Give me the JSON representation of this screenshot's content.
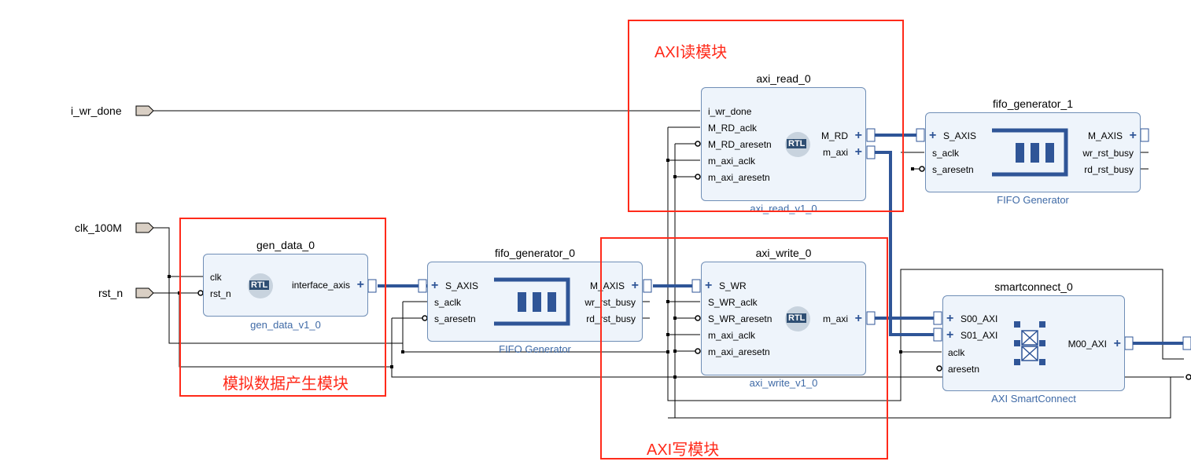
{
  "ports": {
    "i_wr_done": "i_wr_done",
    "clk_100M": "clk_100M",
    "rst_n": "rst_n"
  },
  "groups": {
    "axi_read": "AXI读模块",
    "gen_data": "模拟数据产生模块",
    "axi_write": "AXI写模块"
  },
  "blocks": {
    "gen_data": {
      "name": "gen_data_0",
      "ip": "gen_data_v1_0",
      "pins": [
        "clk",
        "rst_n"
      ],
      "out": "interface_axis",
      "logo": "RTL"
    },
    "fifo0": {
      "name": "fifo_generator_0",
      "ip": "FIFO Generator",
      "in": [
        "S_AXIS",
        "s_aclk",
        "s_aresetn"
      ],
      "out": [
        "M_AXIS",
        "wr_rst_busy",
        "rd_rst_busy"
      ]
    },
    "axi_read": {
      "name": "axi_read_0",
      "ip": "axi_read_v1_0",
      "in": [
        "i_wr_done",
        "M_RD_aclk",
        "M_RD_aresetn",
        "m_axi_aclk",
        "m_axi_aresetn"
      ],
      "out": [
        "M_RD",
        "m_axi"
      ],
      "logo": "RTL"
    },
    "fifo1": {
      "name": "fifo_generator_1",
      "ip": "FIFO Generator",
      "in": [
        "S_AXIS",
        "s_aclk",
        "s_aresetn"
      ],
      "out": [
        "M_AXIS",
        "wr_rst_busy",
        "rd_rst_busy"
      ]
    },
    "axi_write": {
      "name": "axi_write_0",
      "ip": "axi_write_v1_0",
      "in": [
        "S_WR",
        "S_WR_aclk",
        "S_WR_aresetn",
        "m_axi_aclk",
        "m_axi_aresetn"
      ],
      "out": [
        "m_axi"
      ],
      "logo": "RTL"
    },
    "smartconnect": {
      "name": "smartconnect_0",
      "ip": "AXI SmartConnect",
      "in": [
        "S00_AXI",
        "S01_AXI",
        "aclk",
        "aresetn"
      ],
      "out": [
        "M00_AXI"
      ]
    }
  },
  "colors": {
    "bus": "#2f5597",
    "wire": "#000000",
    "block_fill": "#eef4fb",
    "block_border": "#6f8eb6",
    "highlight": "#ff2a1a",
    "ip_text": "#3f6aa6"
  }
}
